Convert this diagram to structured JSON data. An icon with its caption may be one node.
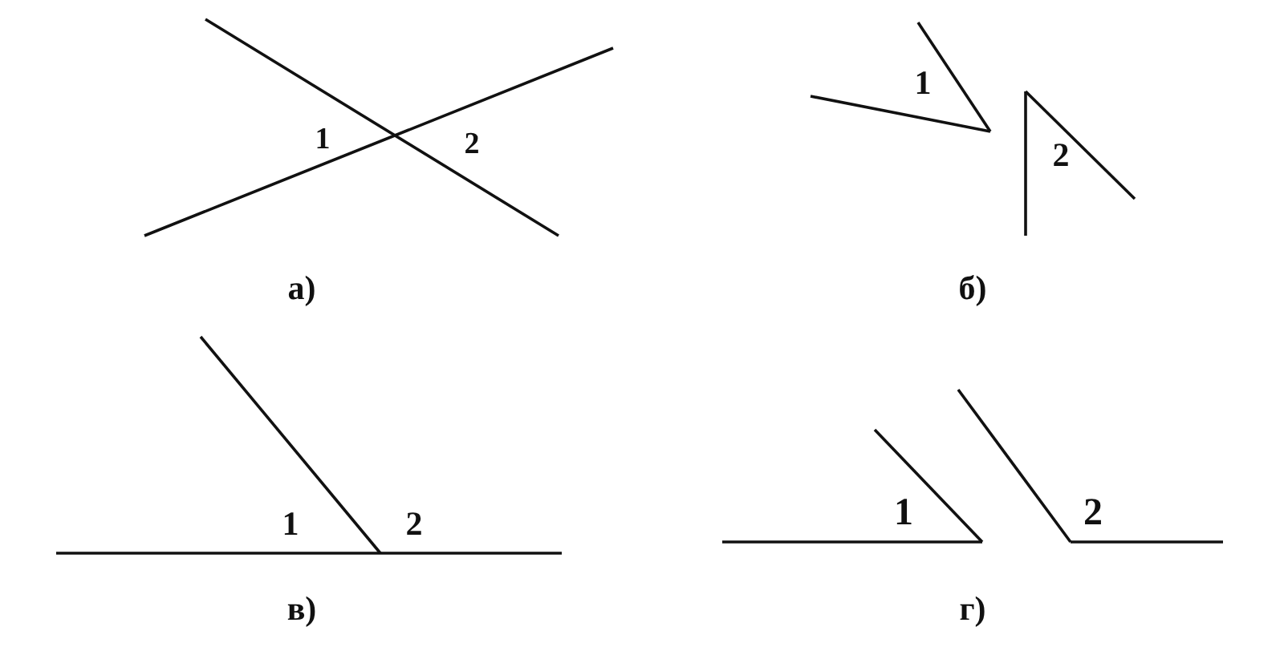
{
  "diagram": {
    "labels": [
      "1",
      "2",
      "а)",
      "1",
      "2",
      "б)",
      "1",
      "2",
      "в)",
      "1",
      "2",
      "г)"
    ]
  }
}
